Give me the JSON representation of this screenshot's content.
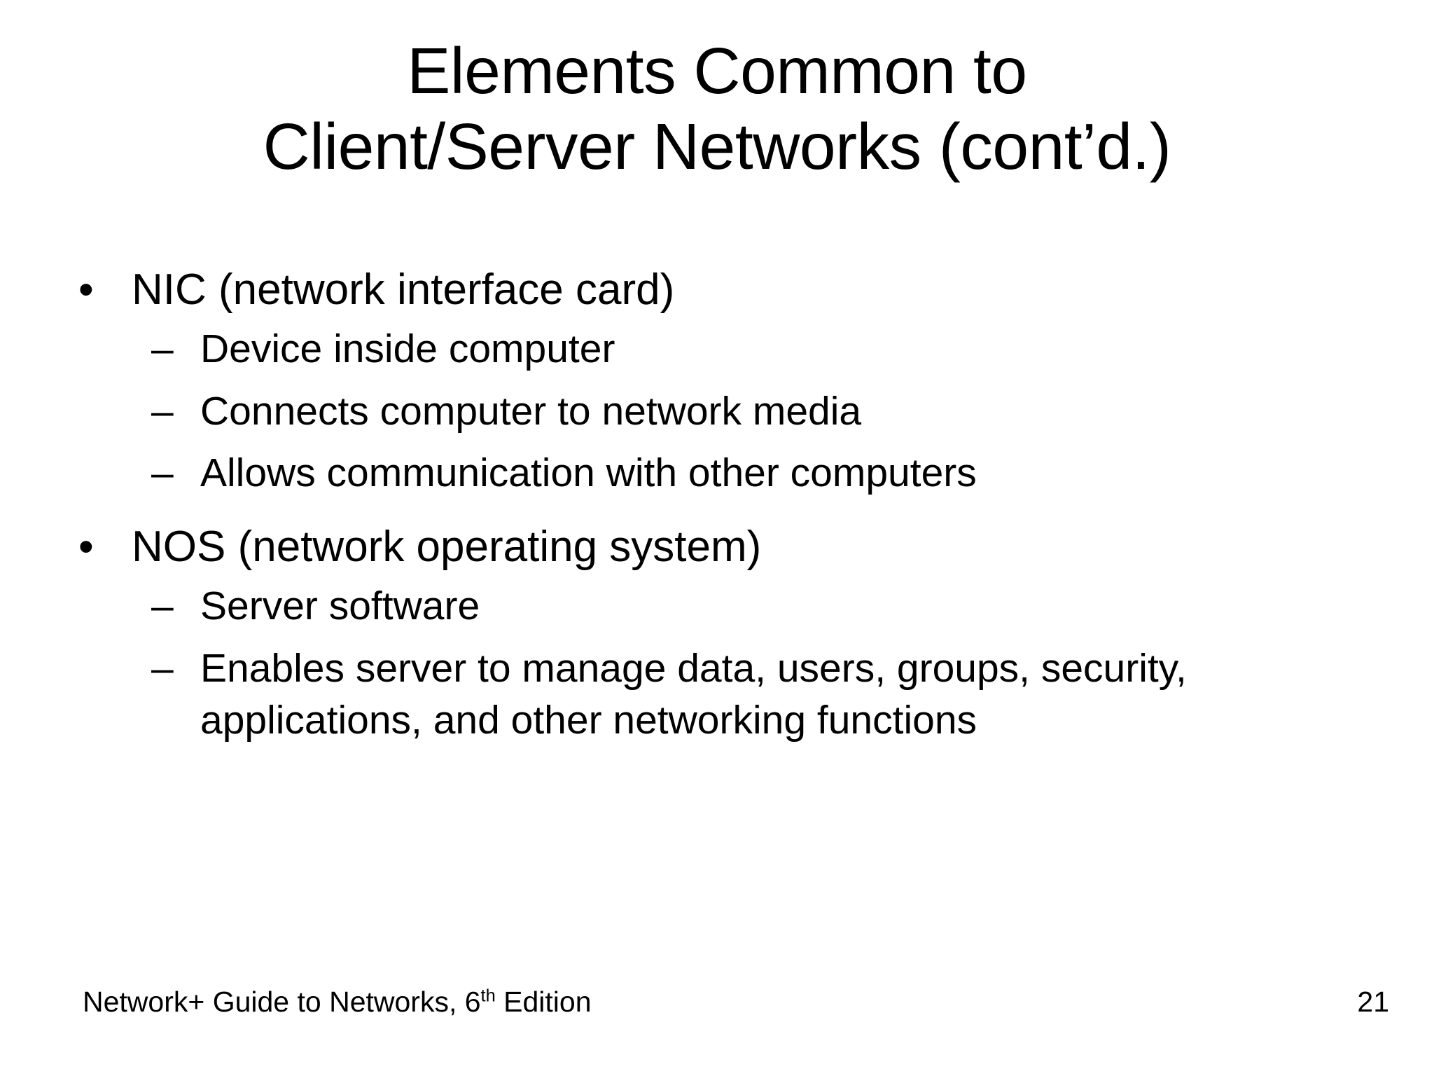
{
  "slide": {
    "background_color": "#ffffff",
    "text_color": "#000000",
    "title": {
      "line1": "Elements Common to",
      "line2": "Client/Server Networks (cont’d.)"
    },
    "markers": {
      "level1": "•",
      "level2": "–"
    },
    "bullets": [
      {
        "level": 1,
        "text": "NIC (network interface card)"
      },
      {
        "level": 2,
        "text": "Device inside computer"
      },
      {
        "level": 2,
        "text": "Connects computer to network media"
      },
      {
        "level": 2,
        "text": "Allows communication with other computers"
      },
      {
        "level": 1,
        "text": "NOS (network operating system)"
      },
      {
        "level": 2,
        "text": "Server software"
      },
      {
        "level": 2,
        "text": "Enables server to manage data, users, groups, security, applications, and other networking functions"
      }
    ],
    "footer": {
      "book_title": "Network+ Guide to Networks, 6",
      "ordinal_suffix": "th",
      "edition_label": " Edition",
      "page_number": "21"
    }
  }
}
